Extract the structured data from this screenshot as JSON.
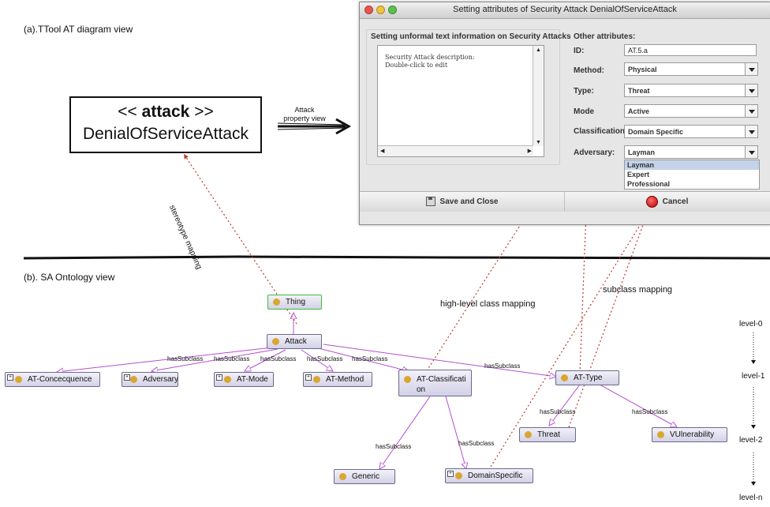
{
  "captions": {
    "ttool": "(a).TTool AT diagram view",
    "ontology": "(b). SA Ontology view",
    "attack_property": [
      "Attack",
      "property view"
    ],
    "stereotype_mapping": "stereotype mapping",
    "high_level_mapping": "high-level class mapping",
    "subclass_mapping": "subclass mapping"
  },
  "attack_block": {
    "stereotype_open": "<<",
    "stereotype": "attack",
    "stereotype_close": ">>",
    "name": "DenialOfServiceAttack"
  },
  "dialog": {
    "title": "Setting attributes of Security Attack DenialOfServiceAttack",
    "left_group_title": "Setting unformal text information on Security Attacks",
    "description_lines": [
      "Security Attack description:",
      "Double-click to edit"
    ],
    "right_group_title": "Other attributes:",
    "fields": {
      "id_label": "ID:",
      "id_value": "AT.5.a",
      "method_label": "Method:",
      "method_value": "Physical",
      "type_label": "Type:",
      "type_value": "Threat",
      "mode_label": "Mode",
      "mode_value": "Active",
      "classification_label": "Classification",
      "classification_value": "Domain Specific",
      "adversary_label": "Adversary:",
      "adversary_value": "Layman"
    },
    "adversary_options": [
      "Layman",
      "Expert",
      "Professional"
    ],
    "save_label": "Save and Close",
    "cancel_label": "Cancel"
  },
  "ontology": {
    "nodes": {
      "thing": "Thing",
      "attack": "Attack",
      "consequence": "AT-Concecquence",
      "adversary": "Adversary",
      "mode": "AT-Mode",
      "method": "AT-Method",
      "classification_line1": "AT-Classificati",
      "classification_line2": "on",
      "type": "AT-Type",
      "threat": "Threat",
      "vulnerability": "VUlnerability",
      "generic": "Generic",
      "domain_specific": "DomainSpecific"
    },
    "edge_label": "hasSubclass",
    "levels": [
      "level-0",
      "level-1",
      "level-2",
      "level-n"
    ]
  },
  "colors": {
    "edge": "#b54fd0",
    "mapping": "#c0392b",
    "node_dot": "#d8a631",
    "thing_border": "#3dbd3d"
  }
}
